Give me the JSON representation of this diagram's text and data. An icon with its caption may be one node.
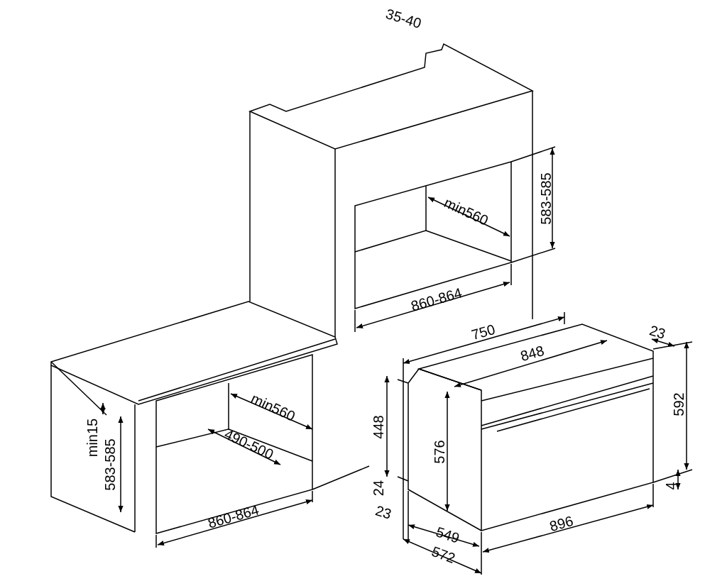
{
  "diagram": {
    "labels": [
      "35-40",
      "583-585",
      "min560",
      "860-864",
      "750",
      "23",
      "848",
      "min560",
      "592",
      "448",
      "576",
      "min15",
      "583-585",
      "490-500",
      "860-864",
      "24",
      "4",
      "23",
      "549",
      "896",
      "572"
    ]
  }
}
